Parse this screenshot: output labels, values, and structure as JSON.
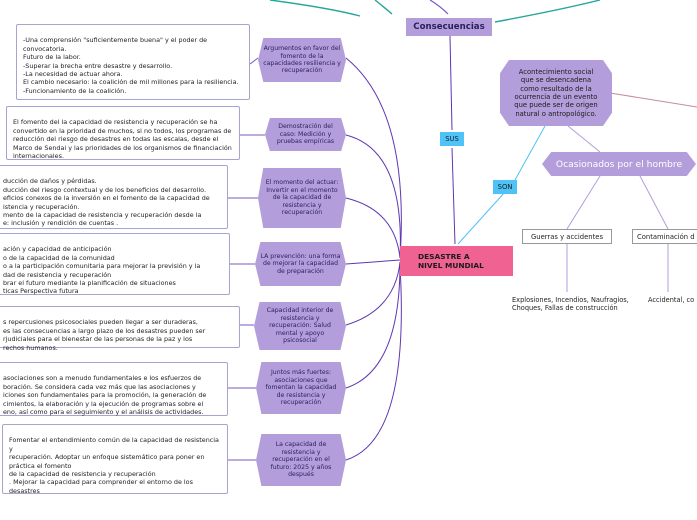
{
  "central": {
    "line1": "DESASTRE A",
    "line2": "NIVEL MUNDIAL"
  },
  "consequences": {
    "label": "Consecuencias"
  },
  "connectors": {
    "sus": "SUS",
    "son": "SON"
  },
  "event_node": "Acontecimiento social que se desencadena como resultado de la ocurrencia de un evento que puede ser de origen natural o antropológico.",
  "caused_by": "Ocasionados por el hombre",
  "wars": {
    "label": "Guerras y accidentes",
    "detail": "Explosiones, Incendios, Naufragios, Choques, Fallas de construcción"
  },
  "pollution": {
    "label": "Contaminación d",
    "detail": "Accidental, co"
  },
  "branches": [
    {
      "title": "Argumentos en favor del fomento de la capacidades resiliencia y recuperación",
      "text": "-Una comprensión \"suficientemente buena\" y el poder de convocatoria.\nFuturo de la labor.\n-Superar la brecha entre desastre y desarrollo.\n-La necesidad de actuar ahora.\nEl cambio necesario: la coalición de mil millones para la resiliencia.\n-Funcionamiento de la coalición."
    },
    {
      "title": "Demostración del caso: Medición y pruebas empíricas",
      "text": "El fomento del la capacidad de resistencia y recuperación se ha convertido en la prioridad de muchos, si no todos, los programas de reducción del riesgo de desastres en todas las escalas, desde el Marco de Sendai y las prioridades de los organismos de financiación internacionales."
    },
    {
      "title": "El momento del actuar: Invertir en el momento de la capacidad de resistencia y recuperación",
      "text": "ducción de daños y pérdidas.\nducción del riesgo contextual y de los beneficios del desarrollo.\neficios conexos de la inversión en el fomento de la capacidad de\nistencia y recuperación.\nmento de la capacidad de resistencia y recuperación desde la\ne: inclusión y rendición de cuentas ."
    },
    {
      "title": "LA prevención: una forma de mejorar la capacidad de preparación",
      "text": "ación y capacidad de anticipación\no de la capacidad de la comunidad\no a la participación comunitaria para mejorar la previsión y la\ndad de resistencia y recuperación\nbrar el futuro mediante la planificación de situaciones\nticas Perspectiva futura"
    },
    {
      "title": "Capacidad interior de resistencia y recuperación: Salud mental y apoyo psicosocial",
      "text": "s repercusiones psicosociales pueden llegar a ser duraderas,\nes las consecuencias a largo plazo de los desastres pueden ser\nrjudiciales para el bienestar de las personas de la paz y los\nrechos humanos."
    },
    {
      "title": "Juntos más fuertes: asociaciones que fomentan la capacidad de resistencia y recuperación",
      "text": "asociaciones son a menudo fundamentales e los esfuerzos de\nboración. Se considera cada vez más que las asociaciones y\niciones son fundamentales para la promoción, la generación de\ncimientos, la elaboración y la ejecución de programas sobre el\neno, así como para el seguimiento y el análisis de actividades."
    },
    {
      "title": "La capacidad de resistencia y recuperación en el futuro: 2025 y años después",
      "text": "Fomentar el entendimiento común de la capacidad de resistencia y\nrecuperación. Adoptar un enfoque sistemático para poner en práctica el fomento\nde la capacidad de resistencia y recuperación\n. Mejorar la capacidad para comprender el entorno de los desastres"
    }
  ],
  "colors": {
    "node_purple": "#b39ddb",
    "central_pink": "#f06292",
    "connector_blue": "#4fc3f7",
    "branch_line": "#5e35b1",
    "teal_line": "#26a69a",
    "light_line": "#b39ddb"
  }
}
